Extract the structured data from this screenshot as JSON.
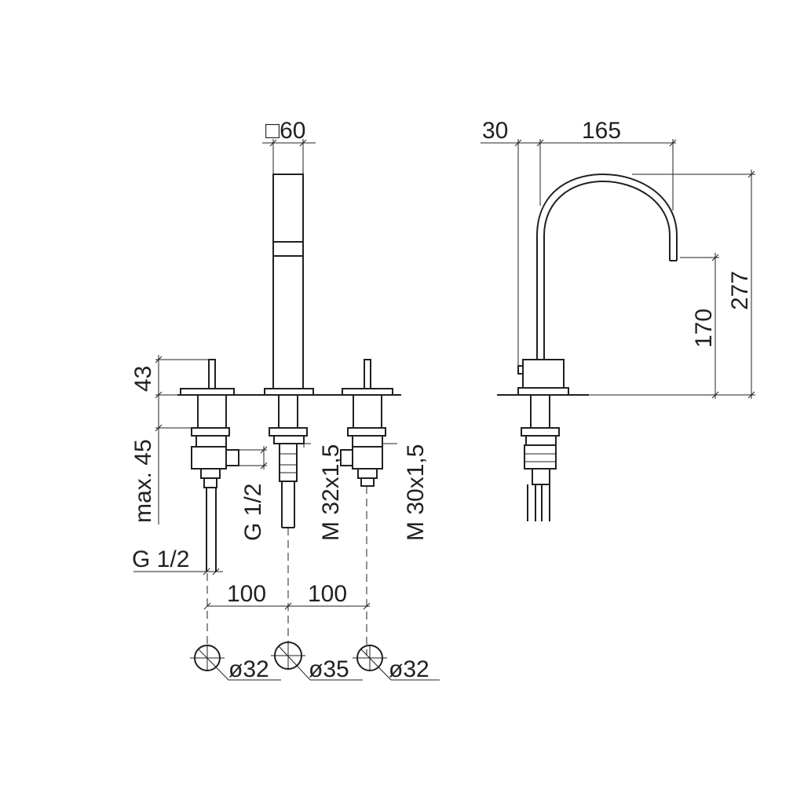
{
  "dimensions": {
    "spout_square_size": "□60",
    "body_offset": "30",
    "spout_reach": "165",
    "total_height": "277",
    "spout_clearance_height": "170",
    "handle_height": "43",
    "max_deck_thickness": "max. 45",
    "valve_outlet_thread": "G 1/2",
    "supply_thread": "G 1/2",
    "spout_thread": "M 32x1,5",
    "valve_thread": "M 30x1,5",
    "spacing_left": "100",
    "spacing_right": "100",
    "hole_left_diameter": "ø32",
    "hole_center_diameter": "ø35",
    "hole_right_diameter": "ø32"
  },
  "colors": {
    "line": "#231f20",
    "background": "#ffffff"
  }
}
